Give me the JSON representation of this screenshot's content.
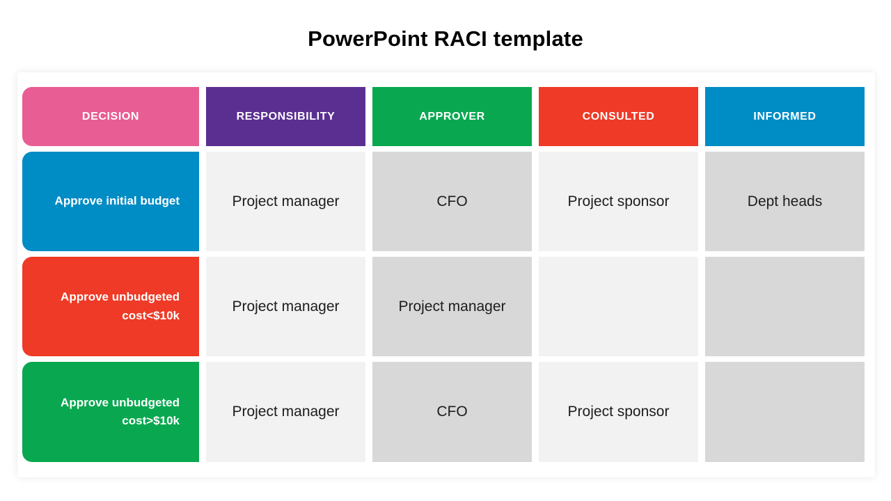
{
  "page": {
    "title": "PowerPoint RACI template"
  },
  "table": {
    "columns": [
      {
        "key": "decision",
        "label": "DECISION",
        "color": "#e85d93"
      },
      {
        "key": "responsibility",
        "label": "RESPONSIBILITY",
        "color": "#5b2f92"
      },
      {
        "key": "approver",
        "label": "APPROVER",
        "color": "#09a850"
      },
      {
        "key": "consulted",
        "label": "CONSULTED",
        "color": "#ee3a26"
      },
      {
        "key": "informed",
        "label": "INFORMED",
        "color": "#008cc5"
      }
    ],
    "cell_colors": {
      "light": "#f2f2f2",
      "dark": "#d8d8d8"
    },
    "rows": [
      {
        "decision": "Approve initial budget",
        "decision_color": "#008cc5",
        "responsibility": "Project manager",
        "approver": "CFO",
        "consulted": "Project sponsor",
        "informed": "Dept heads"
      },
      {
        "decision": "Approve unbudgeted cost<$10k",
        "decision_color": "#ee3a26",
        "responsibility": "Project manager",
        "approver": "Project manager",
        "consulted": "",
        "informed": ""
      },
      {
        "decision": "Approve unbudgeted cost>$10k",
        "decision_color": "#09a850",
        "responsibility": "Project manager",
        "approver": "CFO",
        "consulted": "Project sponsor",
        "informed": ""
      }
    ]
  }
}
